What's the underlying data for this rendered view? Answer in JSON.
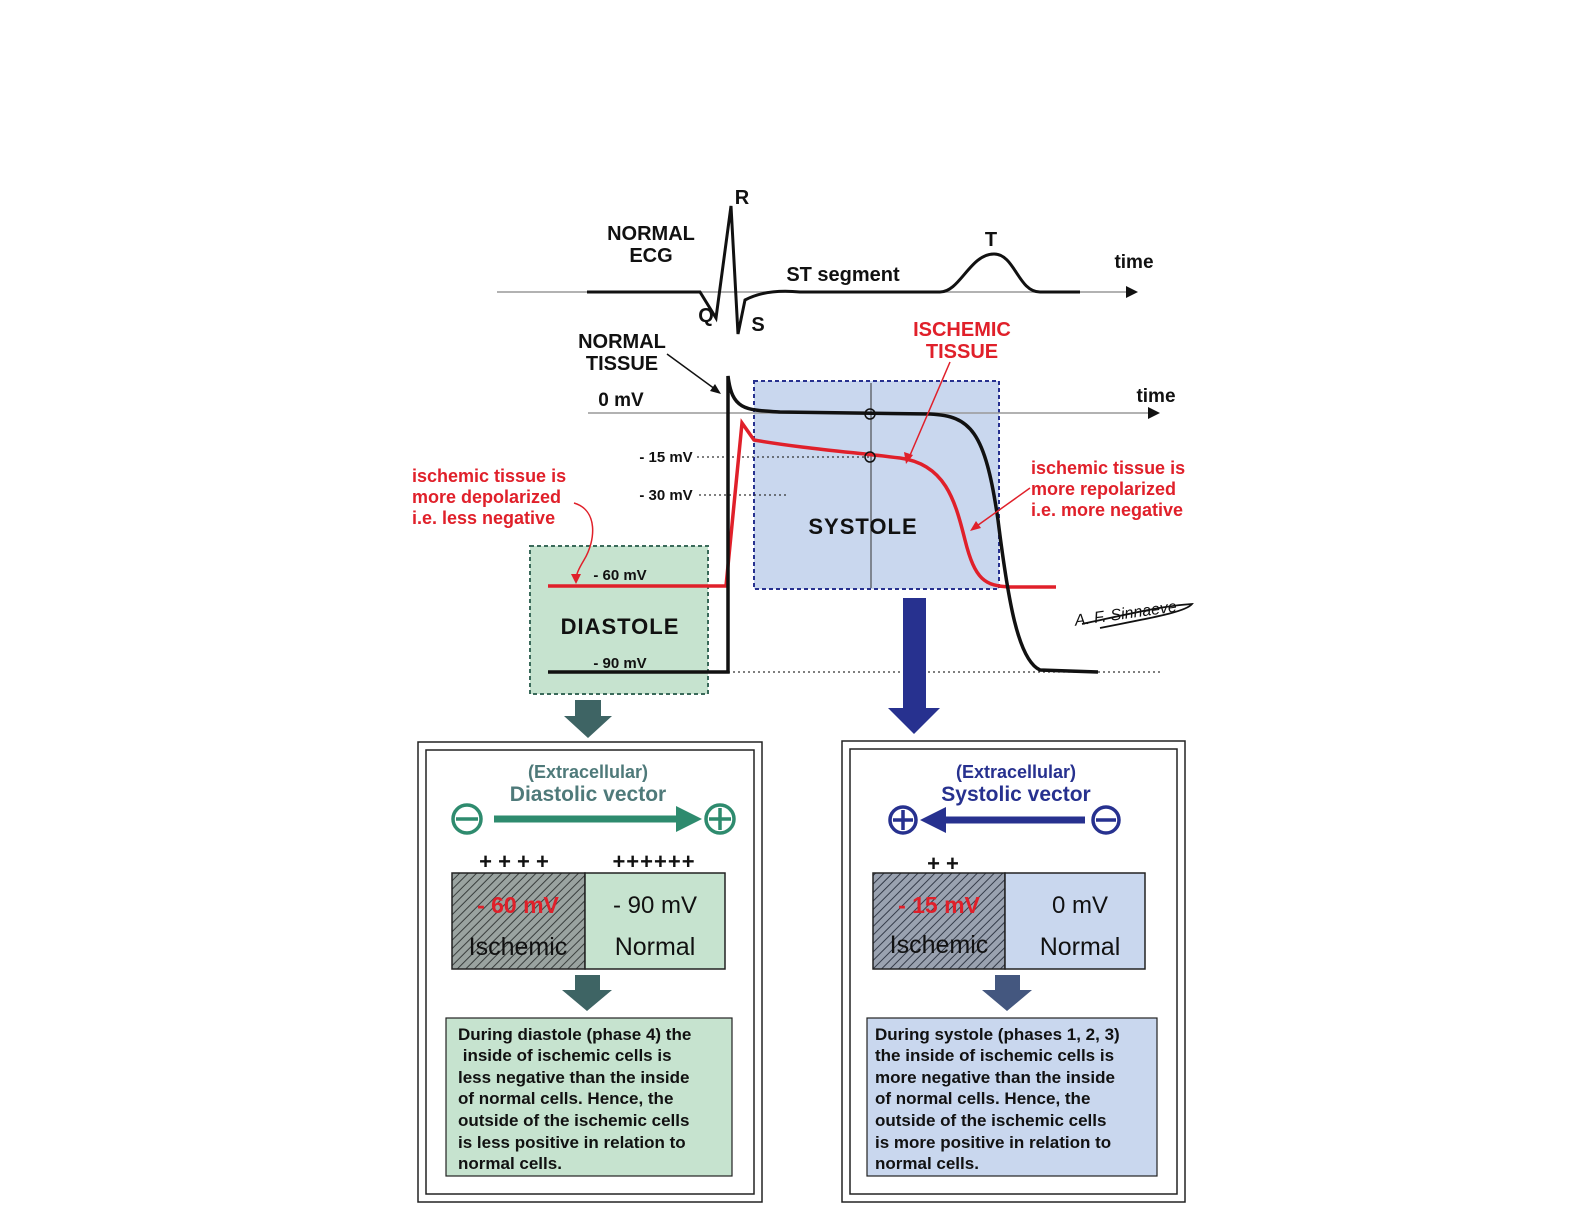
{
  "ecg": {
    "title_line1": "NORMAL",
    "title_line2": "ECG",
    "r_label": "R",
    "q_label": "Q",
    "s_label": "S",
    "t_label": "T",
    "st_label": "ST segment",
    "time_label": "time"
  },
  "action_potential": {
    "normal_line1": "NORMAL",
    "normal_line2": "TISSUE",
    "ischemic_line1": "ISCHEMIC",
    "ischemic_line2": "TISSUE",
    "zero_mv": "0 mV",
    "time_label": "time",
    "mv_15": "- 15 mV",
    "mv_30": "- 30 mV",
    "mv_60": "- 60 mV",
    "mv_90": "- 90 mV",
    "systole_label": "SYSTOLE",
    "diastole_label": "DIASTOLE",
    "depol_note": [
      "ischemic tissue is",
      "more depolarized",
      "i.e. less negative"
    ],
    "repol_note": [
      "ischemic tissue is",
      "more repolarized",
      "i.e. more negative"
    ],
    "signature": "A. F. Sinnaeve"
  },
  "diastolic_panel": {
    "extracellular": "(Extracellular)",
    "vector_label": "Diastolic vector",
    "ischemic_charges": "+ + + +",
    "normal_charges": "++++++",
    "ischemic_mv": "- 60 mV",
    "ischemic_word": "Ischemic",
    "normal_mv": "- 90 mV",
    "normal_word": "Normal",
    "text_lines": [
      "During diastole (phase 4) the",
      " inside of ischemic cells is",
      "less negative than the inside",
      "of normal cells. Hence, the",
      "outside of the ischemic cells",
      "is less positive in relation to",
      "normal cells."
    ]
  },
  "systolic_panel": {
    "extracellular": "(Extracellular)",
    "vector_label": "Systolic vector",
    "ischemic_charges": "+ +",
    "ischemic_mv": "- 15 mV",
    "ischemic_word": "Ischemic",
    "normal_mv": "0 mV",
    "normal_word": "Normal",
    "text_lines": [
      "During systole (phases 1, 2, 3)",
      "the inside of ischemic cells is",
      "more negative than the inside",
      "of normal cells. Hence, the",
      "outside of the ischemic cells",
      "is more positive in relation to",
      "normal cells."
    ]
  },
  "colors": {
    "ischemic_red": "#e0202a",
    "teal": "#2e8b6e",
    "navy": "#27318f",
    "diastole_fill": "#c6e3cf",
    "systole_fill": "#c9d7ee",
    "dark_arrow": "#3e6464",
    "slate_arrow": "#44577f"
  }
}
